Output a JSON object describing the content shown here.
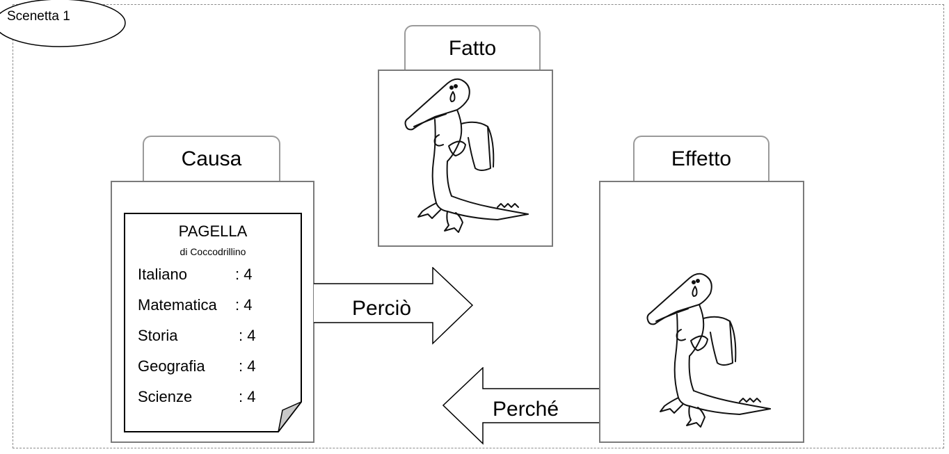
{
  "scene_label": "Scenetta 1",
  "fatto": {
    "title": "Fatto",
    "image": "sad-crocodile-icon"
  },
  "causa": {
    "title": "Causa",
    "report": {
      "title": "PAGELLA",
      "subtitle": "di Coccodrillino",
      "rows": [
        {
          "subject": "Italiano",
          "grade": ":  4"
        },
        {
          "subject": "Matematica",
          "grade": ":  4"
        },
        {
          "subject": "Storia",
          "grade": ": 4"
        },
        {
          "subject": "Geografia",
          "grade": ": 4"
        },
        {
          "subject": "Scienze",
          "grade": ": 4"
        }
      ]
    }
  },
  "effetto": {
    "title": "Effetto",
    "image": "sad-crocodile-icon"
  },
  "arrows": {
    "forward_label": "Perciò",
    "backward_label": "Perché"
  },
  "colors": {
    "border": "#7a7a7a",
    "tab_border": "#9a9a9a",
    "frame": "#8a8a8a",
    "paper_fold": "#c8c8c8"
  }
}
